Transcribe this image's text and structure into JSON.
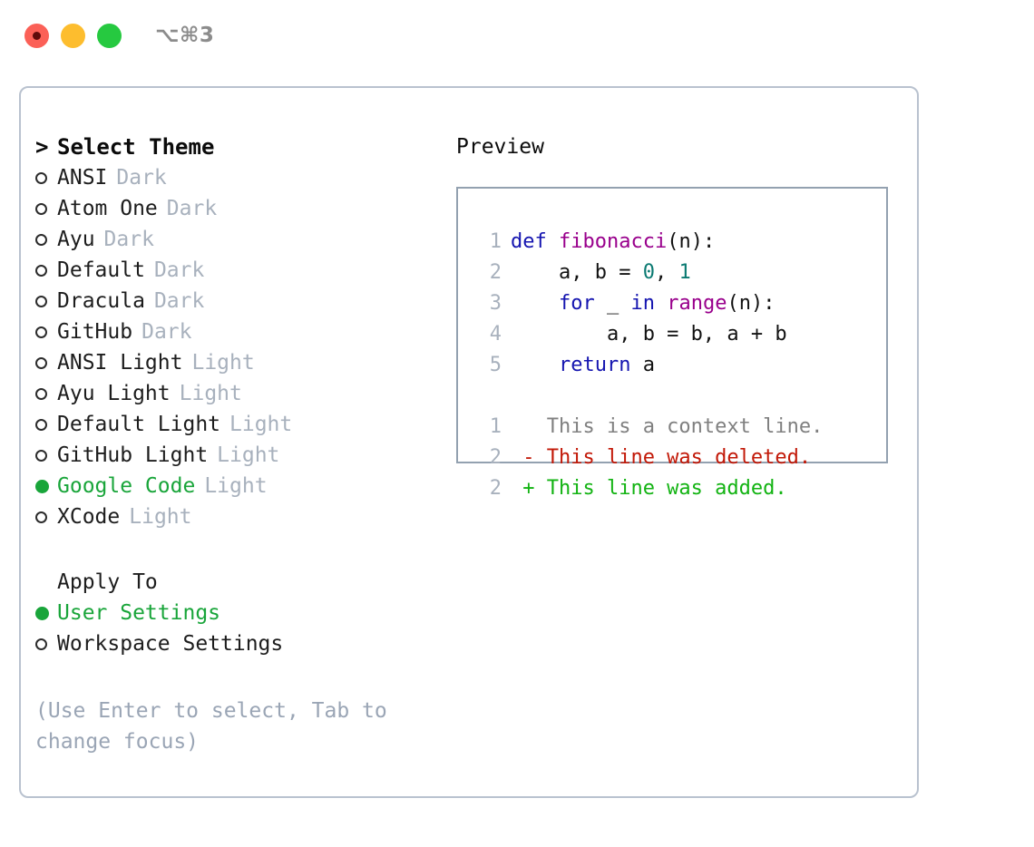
{
  "titlebar": {
    "lights": [
      {
        "name": "close-button",
        "color": "#fb6057"
      },
      {
        "name": "minimize-button",
        "color": "#fdbd2e"
      },
      {
        "name": "maximize-button",
        "color": "#26c940"
      }
    ],
    "shortcut": "⌥⌘3"
  },
  "colors": {
    "accent_green": "#19a53a",
    "muted": "#a8b1bd",
    "hint": "#9aa5b5",
    "border": "#b9c2cf",
    "preview_border": "#93a1b0",
    "keyword": "#1515b0",
    "function": "#99008c",
    "number": "#0b7a72",
    "diff_context": "#808080",
    "diff_delete": "#c21807",
    "diff_add": "#12b312"
  },
  "theme_selector": {
    "caret": ">",
    "title": "Select Theme",
    "items": [
      {
        "name": "ANSI",
        "kind": "Dark",
        "selected": false
      },
      {
        "name": "Atom One",
        "kind": "Dark",
        "selected": false
      },
      {
        "name": "Ayu",
        "kind": "Dark",
        "selected": false
      },
      {
        "name": "Default",
        "kind": "Dark",
        "selected": false
      },
      {
        "name": "Dracula",
        "kind": "Dark",
        "selected": false
      },
      {
        "name": "GitHub",
        "kind": "Dark",
        "selected": false
      },
      {
        "name": "ANSI Light",
        "kind": "Light",
        "selected": false
      },
      {
        "name": "Ayu Light",
        "kind": "Light",
        "selected": false
      },
      {
        "name": "Default Light",
        "kind": "Light",
        "selected": false
      },
      {
        "name": "GitHub Light",
        "kind": "Light",
        "selected": false
      },
      {
        "name": "Google Code",
        "kind": "Light",
        "selected": true
      },
      {
        "name": "XCode",
        "kind": "Light",
        "selected": false
      }
    ]
  },
  "apply_to": {
    "title": "Apply To",
    "options": [
      {
        "label": "User Settings",
        "selected": true
      },
      {
        "label": "Workspace Settings",
        "selected": false
      }
    ]
  },
  "hint": "(Use Enter to select, Tab to\nchange focus)",
  "preview": {
    "title": "Preview",
    "code_lines": [
      {
        "num": "1",
        "tokens": [
          {
            "t": "def ",
            "c": "kw"
          },
          {
            "t": "fibonacci",
            "c": "fn"
          },
          {
            "t": "(n):",
            "c": "pn"
          }
        ]
      },
      {
        "num": "2",
        "tokens": [
          {
            "t": "    a, b = ",
            "c": "txt"
          },
          {
            "t": "0",
            "c": "num"
          },
          {
            "t": ", ",
            "c": "pn"
          },
          {
            "t": "1",
            "c": "num"
          }
        ]
      },
      {
        "num": "3",
        "tokens": [
          {
            "t": "    ",
            "c": "txt"
          },
          {
            "t": "for",
            "c": "kw"
          },
          {
            "t": " _ ",
            "c": "txt"
          },
          {
            "t": "in",
            "c": "kw"
          },
          {
            "t": " ",
            "c": "txt"
          },
          {
            "t": "range",
            "c": "fn"
          },
          {
            "t": "(n):",
            "c": "pn"
          }
        ]
      },
      {
        "num": "4",
        "tokens": [
          {
            "t": "        a, b = b, a + b",
            "c": "txt"
          }
        ]
      },
      {
        "num": "5",
        "tokens": [
          {
            "t": "    ",
            "c": "txt"
          },
          {
            "t": "return",
            "c": "kw"
          },
          {
            "t": " a",
            "c": "txt"
          }
        ]
      }
    ],
    "diff_lines": [
      {
        "num": "1",
        "marker": " ",
        "text": " This is a context line.",
        "kind": "ctx"
      },
      {
        "num": "2",
        "marker": "-",
        "text": " This line was deleted.",
        "kind": "del"
      },
      {
        "num": "2",
        "marker": "+",
        "text": " This line was added.",
        "kind": "add"
      }
    ]
  }
}
